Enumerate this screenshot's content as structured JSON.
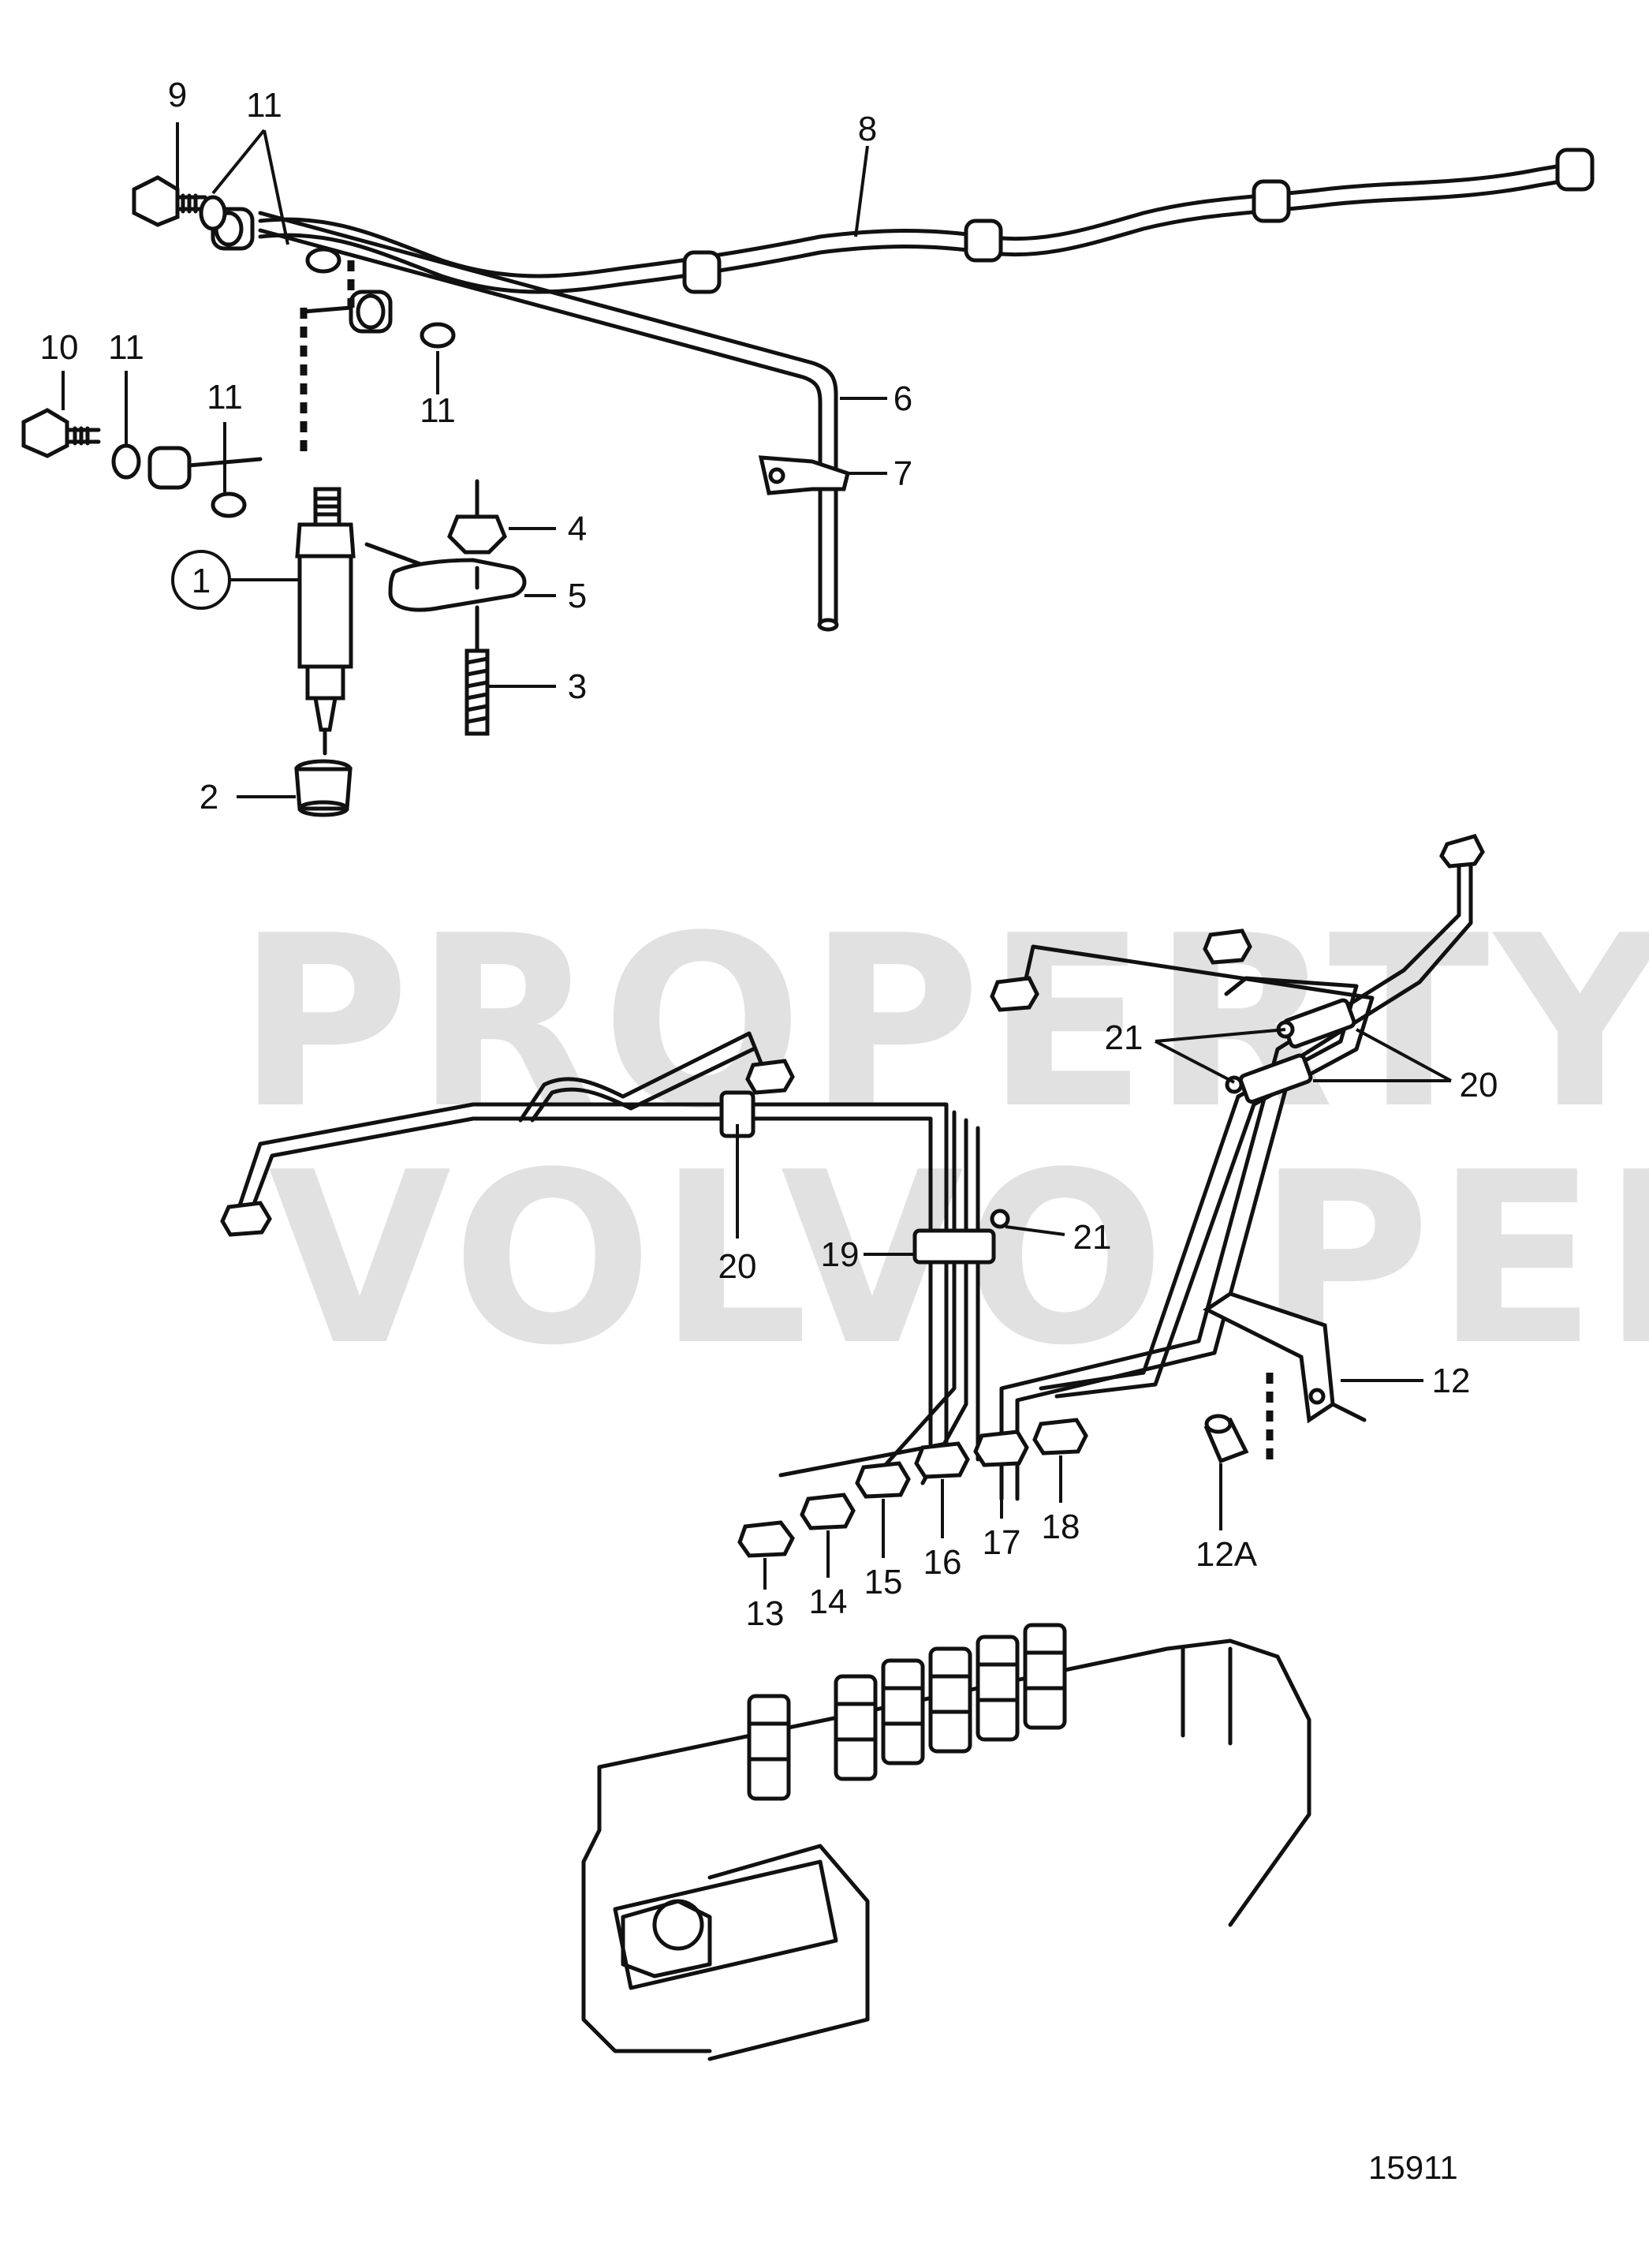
{
  "watermark": {
    "line1": "PROPERTY OF",
    "line2": "VOLVO PENTA"
  },
  "drawing_number": "15911",
  "callouts": {
    "c1": "1",
    "c2": "2",
    "c3": "3",
    "c4": "4",
    "c5": "5",
    "c6": "6",
    "c7": "7",
    "c8": "8",
    "c9": "9",
    "c10": "10",
    "c11a": "11",
    "c11b": "11",
    "c11c": "11",
    "c11d": "11",
    "c12": "12",
    "c12a": "12A",
    "c13": "13",
    "c14": "14",
    "c15": "15",
    "c16": "16",
    "c17": "17",
    "c18": "18",
    "c19": "19",
    "c20a": "20",
    "c20b": "20",
    "c21a": "21",
    "c21b": "21"
  }
}
